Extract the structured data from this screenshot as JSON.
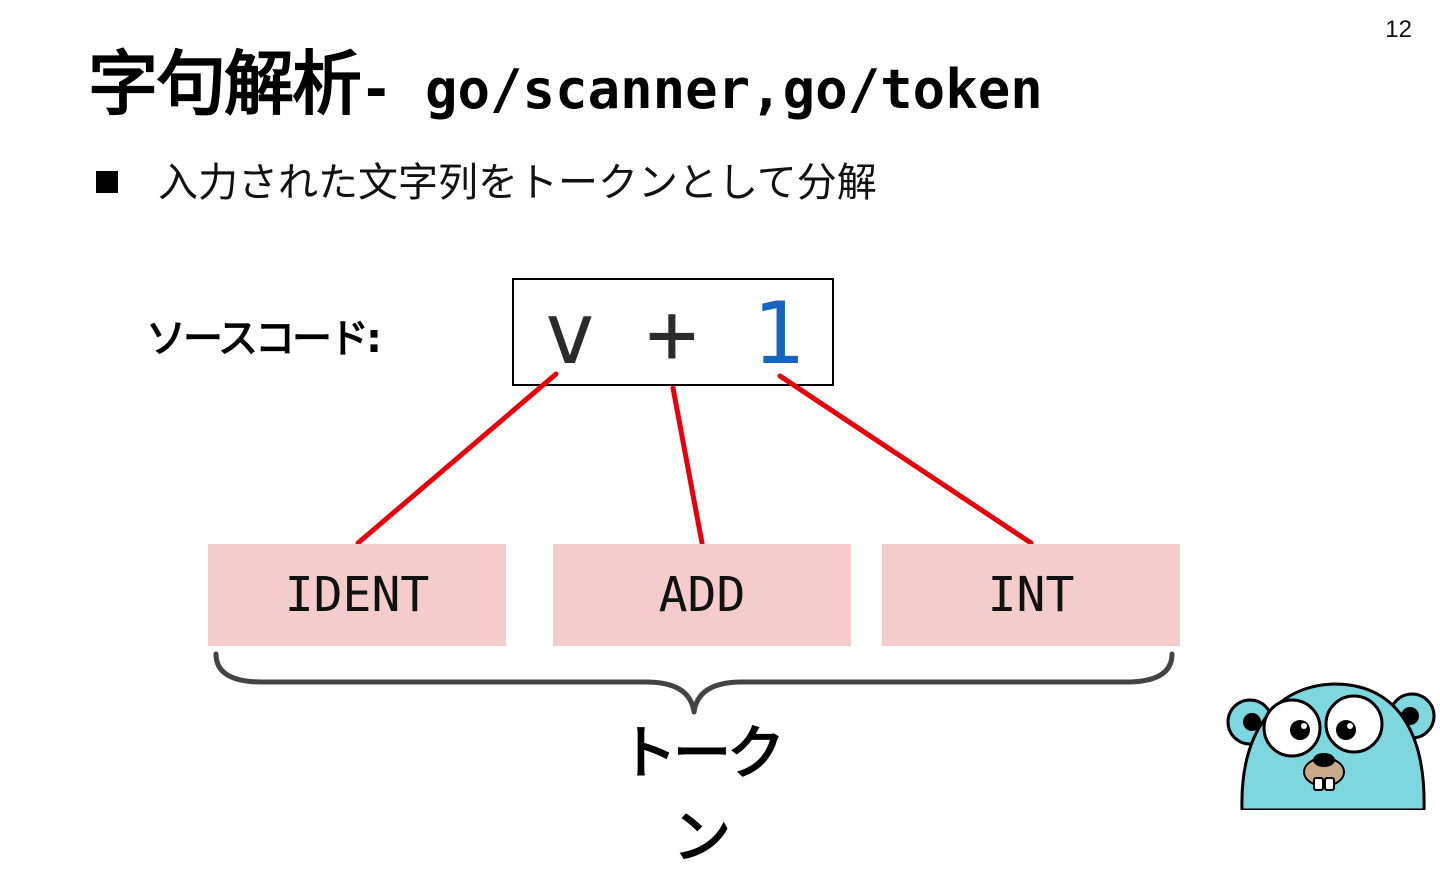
{
  "page_number": "12",
  "title": {
    "main": "字句解析",
    "sub": "- go/scanner,go/token"
  },
  "bullet": "入力された文字列をトークンとして分解",
  "source_code": {
    "label": "ソースコード:",
    "tokens": [
      "v",
      "+",
      "1"
    ]
  },
  "tokens": [
    "IDENT",
    "ADD",
    "INT"
  ],
  "tokens_caption": "トークン",
  "colors": {
    "connector": "#e8000b",
    "token_fill": "#f4cccc",
    "int_literal": "#1565c0",
    "brace": "#444444",
    "gopher": "#7ed6df"
  },
  "icons": [
    "gopher-mascot-icon",
    "square-bullet-icon"
  ]
}
